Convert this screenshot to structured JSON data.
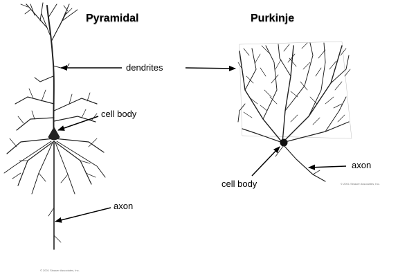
{
  "titles": {
    "pyramidal": "Pyramidal",
    "purkinje": "Purkinje"
  },
  "labels": {
    "dendrites": "dendrites",
    "cell_body_pyramidal": "cell body",
    "axon_pyramidal": "axon",
    "cell_body_purkinje": "cell body",
    "axon_purkinje": "axon"
  },
  "copyright": {
    "pyramidal": "© 2001 Sinauer Associates, Inc.",
    "purkinje": "© 2001 Sinauer Associates, Inc."
  },
  "colors": {
    "line": "#000000",
    "neuron": "#222222",
    "background": "#ffffff"
  }
}
